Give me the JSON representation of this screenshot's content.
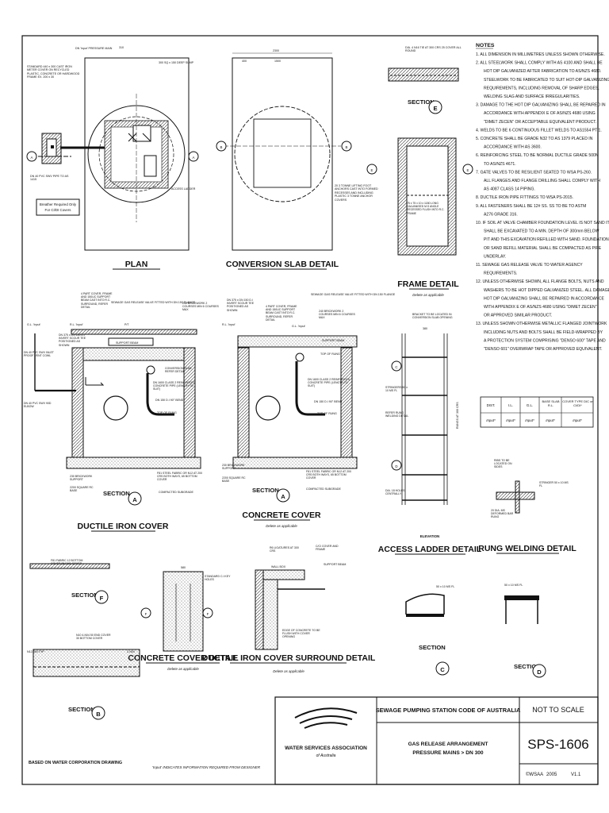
{
  "sheet": {
    "notes_title": "NOTES",
    "notes": [
      "1. ALL DIMENSION IN MILLIMETRES UNLESS SHOWN OTHERWISE.",
      "2. ALL STEELWORK SHALL COMPLY WITH AS 4100 AND SHALL BE",
      "HOT DIP GALVANIZED AFTER FABRICATION TO AS/NZS 4680.",
      "STEELWORK TO BE FABRICATED TO SUIT HOT-DIP GALVANIZING",
      "REQUIREMENTS, INCLUDING REMOVAL OF SHARP EDGES,",
      "WELDING SLAG AND SURFACE IRREGULARITIES.",
      "3. DAMAGE TO THE HOT DIP GALVANIZING SHALL BE REPAIRED IN",
      "ACCORDANCE WITH APPENDIX E OF AS/NZS 4680 USING",
      "\"DIMET ZECEN\" OR ACCEPTABLE EQUIVALENT PRODUCT.",
      "4. WELDS TO BE 6 CONTINUOUS FILLET WELDS TO AS1554 PT 1.",
      "5. CONCRETE SHALL BE GRADE N32 TO AS 1379 PLACED IN",
      "ACCORDANCE WITH AS 3600.",
      "6. REINFORCING STEEL TO BE NORMAL DUCTILE GRADE 500N",
      "TO AS/NZS 4671.",
      "7. GATE VALVES TO BE RESILIENT SEATED TO WSA PS-260.",
      "ALL FLANGES AND FLANGE DRILLING SHALL COMPLY WITH",
      "AS 4087 CLASS 14 PIPING.",
      "8. DUCTILE IRON PIPE FITTINGS TO WSA PS-2015.",
      "9. ALL FASTENERS SHALL BE 12# SS. SS TO BE TO ASTM",
      "A276 GRADE 316.",
      "10. IF SOIL AT VALVE CHAMBER FOUNDATION LEVEL IS NOT SAND IT",
      "SHALL BE EXCAVATED TO A MIN. DEPTH OF 300mm BELOW",
      "PIT AND THIS EXCAVATION REFILLED WITH SAND. FOUNDATION",
      "OR SAND REFILL MATERIAL SHALL BE COMPACTED AS PIPE",
      "UNDERLAY.",
      "11. SEWAGE GAS RELEASE VALVE TO WATER AGENCY",
      "REQUIREMENTS.",
      "12. UNLESS OTHERWISE SHOWN, ALL FLANGE BOLTS, NUTS AND",
      "WASHERS TO BE HOT DIPPED GALVANIZED STEEL. ALL DAMAGE TO",
      "HOT DIP GALVANIZING SHALL BE REPAIRED IN ACCORDANCE",
      "WITH APPENDIX E OF AS/NZS 4680 USING \"DIMET ZECEN\"",
      "OR APPROVED SIMILAR PRODUCT.",
      "13. UNLESS SHOWN OTHERWISE METALLIC FLANGED JOINTWORK",
      "INCLUDING NUTS AND BOLTS SHALL BE FIELD-WRAPPED BY",
      "A PROTECTION SYSTEM COMPRISING \"DENSO 600\" TAPE AND",
      "\"DENSO 601\" OVERWRAP TAPE OR APPROVED EQUIVALENT."
    ],
    "table": {
      "headers": [
        "DIST.",
        "I.L.",
        "G.L.",
        "BASE SLAB R.L.",
        "COVER TYPE DIC or CI/DI*"
      ],
      "row": [
        "Input*",
        "Input*",
        "Input*",
        "Input*",
        "Input*"
      ]
    },
    "titles": {
      "plan": "PLAN",
      "conversion": "CONVERSION SLAB DETAIL",
      "frame": "FRAME DETAIL",
      "ductile": "DUCTILE IRON COVER",
      "concrete": "CONCRETE COVER",
      "access": "ACCESS LADDER DETAIL",
      "rung": "RUNG WELDING DETAIL",
      "cc_detail": "CONCRETE COVER DETAIL",
      "di_surround": "DUCTILE IRON COVER SURROUND DETAIL",
      "elevation": "ELEVATION",
      "section": "SECTION"
    },
    "delete_note": "Delete as applicable",
    "breather": [
      "Breather Required Only",
      "For CI/DI Covers"
    ],
    "callouts": {
      "a": "A",
      "b": "B",
      "c": "C",
      "d": "D",
      "e": "E",
      "f": "F",
      "pit": "P/T",
      "gl": "G.L. 'Input'",
      "rl": "R.L. 'Input'",
      "runs": "RUNGS AT 300 CRS"
    },
    "labels": {
      "dn_input": "DN 'Input' PRESSURE MAIN",
      "dim_310": "310",
      "sump": "300 SQ x 150 DEEP SUMP",
      "cover_std": "STANDARD 440 x 300 CAST IRON METER COVER ON RECYCLED PLASTIC, CONCRETE OR HARDWOOD FRAME EX. 200 x 30",
      "pvc_pipe": "DN 40 PVC SWV PIPE TO AS 1415",
      "access_ladder": "ACCESS LADDER",
      "dim_2300": "2300",
      "dim_400": "400",
      "dim_1500": "1500",
      "anchors": "20 3 TONNE LIFTING FOOT ANCHORS CAST INTO FORMED RECESSES AND INCLUDING PLASTIC 3 TONNE ANCHOR COVERS",
      "ea_bars": "DIA. 4 N16 TIE AT 300 CRS 25 COVER ALL ROUND",
      "frame_angle": "75 x 75 x 10 x 1180 LONG GALVANISED M.S ANGLE RECESSED FLUSH INTO R.C. FRAME",
      "bracket": "BRACKET TO BE LOCATED IN CONVERSION SLAB OPENING",
      "stringers": "STRINGERS 50 x 10 MS FL",
      "rung_weld": "REFER RUNG WELDING DETAIL",
      "holes": "DIA. 18 HOLES CENTRALLY",
      "gas_valve": "SEWAGE GAS RELEASE VALVE FITTED WITH DN 150 FLANGE",
      "pit_frame": "4 PART COVER, FRAME AND 150UC SUPPORT BEAM CAST INTO R.C. SURROUND, REFER DETAIL",
      "brickwork": "240 BRICKWORK 2 COURSES MIN 6 COURSES MAX",
      "invert": "DN 375 x DN 150 D.I INVERT SCOUR TEE POSITIONED AS SHOWN",
      "support_beam": "SUPPORT BEAM",
      "conv_slab": "CONVERSION SLAB REFER DETAIL",
      "reinforced_pipe": "DN 1600 CLASS 2 REINFORCED CONCRETE PIPE (LENGTH TO SUIT)",
      "bend": "DN 150 D.I 90° BEND",
      "top_rung": "TOP OF RUNG",
      "pvc_vent": "DN 40 PVC SWV INLET PROOF VENT COWL",
      "pvc_elbow": "DN 40 PVC SWV 90D ELBOW",
      "brick_support": "230 BRICKWORK SUPPORT",
      "sq_base": "2200 SQUARE RC BASE",
      "mesh": "F81 STEEL FABRIC OR N12 AT 200 CRS BOTH WAYS, 65 BOTTOM COVER",
      "subgrade": "COMPACTED SUBGRADE",
      "fabric": "F81 FABRIC 12 BOTTOM COVER 25 END COVER",
      "standard_ci": "STANDARD C.I KEY HOLES",
      "dim_580": "580",
      "n12_ligs": "R6 LIGATURES AT 300 CRS",
      "wall_box": "WALL BOX",
      "cover_frame": "C/CI COVER AND FRAME",
      "edge_note": "EDGE OF CONCRETE TO BE FLUSH WITH COVER OPENING",
      "n10_top": "N10 4-N04 50 END COVER 30 BOTTOM COVER",
      "n12_typ": "N12-300 TYP",
      "n04": "2-N04",
      "fl_50": "50 x 10 MS FL",
      "fl_50b": "50 x 10 MS FL",
      "rib": "RIBS TO BE LOCATED ON SIDES",
      "stringer2": "STRINGER 50 x 10 MS FL",
      "bar_rung": "20 DIA. MS DEFORMED BAR RUNG",
      "input_note": "'Input' INDICATES INFORMATION REQUIRED FROM DESIGNER",
      "based_on": "BASED ON WATER CORPORATION DRAWING"
    },
    "title_block": {
      "org": "WATER SERVICES ASSOCIATION",
      "org_sub": "of Australia",
      "code": "SEWAGE PUMPING STATION CODE OF AUSTRALIA",
      "scale": "NOT TO SCALE",
      "title_l1": "GAS RELEASE ARRANGEMENT",
      "title_l2": "PRESSURE MAINS > DN 300",
      "number": "SPS-1606",
      "copyright": "©WSAA",
      "year": "2005",
      "version": "V1.1"
    }
  }
}
